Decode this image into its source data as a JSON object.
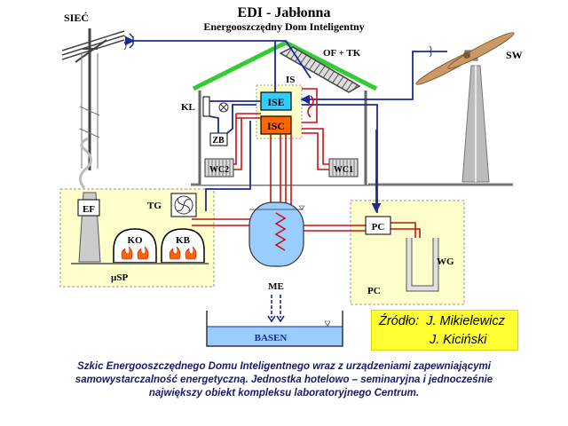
{
  "title": "EDI - Jabłonna",
  "subtitle": "Energooszczędny Dom Inteligentny",
  "labels": {
    "grid": "SIEĆ",
    "pv_collectors": "OF + TK",
    "wind": "SW",
    "is": "IS",
    "ise": "ISE",
    "isc": "ISC",
    "kl": "KL",
    "zb": "ZB",
    "wc1": "WC1",
    "wc2": "WC2",
    "ef": "EF",
    "tg": "TG",
    "ko": "KO",
    "kb": "KB",
    "usp": "µSP",
    "pc_unit": "PC",
    "pc_zone": "PC",
    "wg": "WG",
    "me": "ME",
    "pool": "BASEN"
  },
  "source": {
    "label": "Źródło:",
    "author1": "J. Mikielewicz",
    "author2": "J. Kiciński"
  },
  "caption": {
    "line1": "Szkic Energooszczędnego Domu Inteligentnego wraz  z urządzeniami zapewniającymi",
    "line2": "samowystarczalność energetyczną. Jednostka hotelowo – seminaryjna i jednocześnie",
    "line3": "największy obiekt  kompleksu laboratoryjnego Centrum."
  },
  "colors": {
    "house_roof": "#33cc33",
    "wire": "#1a2a9a",
    "hot_pipe": "#cc1111",
    "zone_fill": "#ffffcc",
    "zone_border": "#999999",
    "ise": "#33ccff",
    "isc": "#ff6600",
    "tank": "#99ccff",
    "source_bg": "#ffff33"
  }
}
